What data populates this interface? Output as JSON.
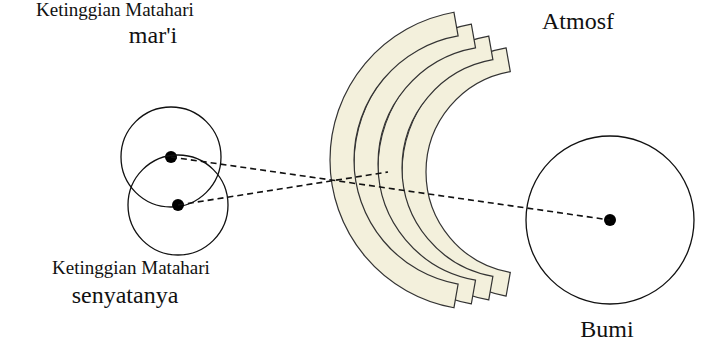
{
  "diagram": {
    "nodes": [
      {
        "text": [
          "Ketinggian Matahari",
          "mar'i"
        ]
      },
      {
        "text": [
          "Ketinggian Matahari",
          "senyatanya"
        ]
      },
      {
        "text": [
          "Atmosf"
        ]
      },
      {
        "text": [
          "Bumi"
        ]
      }
    ],
    "edges": [
      {
        "from": 0,
        "to": 3,
        "arrow": "none"
      },
      {
        "from": 1,
        "to": 2,
        "arrow": "none"
      }
    ]
  }
}
